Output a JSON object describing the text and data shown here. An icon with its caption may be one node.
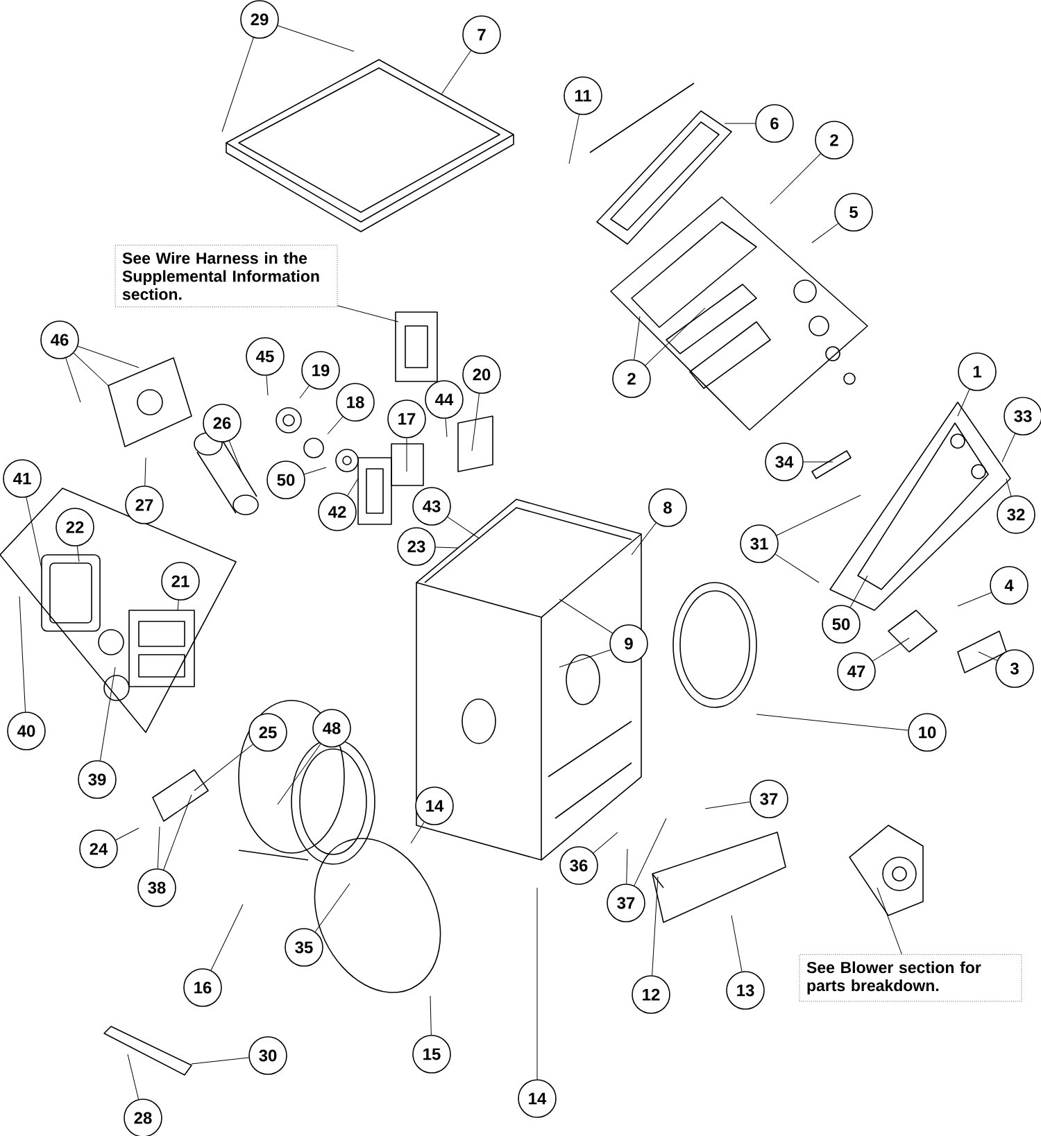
{
  "diagram": {
    "nodes": [
      {
        "text": [
          "29"
        ]
      },
      {
        "text": [
          "7"
        ]
      },
      {
        "text": [
          "11"
        ]
      },
      {
        "text": [
          "6"
        ]
      },
      {
        "text": [
          "2"
        ]
      },
      {
        "text": [
          "5"
        ]
      },
      {
        "text": [
          "See Wire Harness in the Supplemental Information section."
        ]
      },
      {
        "text": [
          "46"
        ]
      },
      {
        "text": [
          "45"
        ]
      },
      {
        "text": [
          "19"
        ]
      },
      {
        "text": [
          "20"
        ]
      },
      {
        "text": [
          "2"
        ]
      },
      {
        "text": [
          "1"
        ]
      },
      {
        "text": [
          "44"
        ]
      },
      {
        "text": [
          "18"
        ]
      },
      {
        "text": [
          "33"
        ]
      },
      {
        "text": [
          "17"
        ]
      },
      {
        "text": [
          "26"
        ]
      },
      {
        "text": [
          "34"
        ]
      },
      {
        "text": [
          "41"
        ]
      },
      {
        "text": [
          "50"
        ]
      },
      {
        "text": [
          "27"
        ]
      },
      {
        "text": [
          "43"
        ]
      },
      {
        "text": [
          "8"
        ]
      },
      {
        "text": [
          "42"
        ]
      },
      {
        "text": [
          "32"
        ]
      },
      {
        "text": [
          "22"
        ]
      },
      {
        "text": [
          "31"
        ]
      },
      {
        "text": [
          "23"
        ]
      },
      {
        "text": [
          "21"
        ]
      },
      {
        "text": [
          "4"
        ]
      },
      {
        "text": [
          "50"
        ]
      },
      {
        "text": [
          "9"
        ]
      },
      {
        "text": [
          "3"
        ]
      },
      {
        "text": [
          "47"
        ]
      },
      {
        "text": [
          "40"
        ]
      },
      {
        "text": [
          "25"
        ]
      },
      {
        "text": [
          "48"
        ]
      },
      {
        "text": [
          "10"
        ]
      },
      {
        "text": [
          "39"
        ]
      },
      {
        "text": [
          "37"
        ]
      },
      {
        "text": [
          "14"
        ]
      },
      {
        "text": [
          "24"
        ]
      },
      {
        "text": [
          "36"
        ]
      },
      {
        "text": [
          "38"
        ]
      },
      {
        "text": [
          "37"
        ]
      },
      {
        "text": [
          "35"
        ]
      },
      {
        "text": [
          "See Blower section for parts breakdown."
        ]
      },
      {
        "text": [
          "16"
        ]
      },
      {
        "text": [
          "13"
        ]
      },
      {
        "text": [
          "12"
        ]
      },
      {
        "text": [
          "15"
        ]
      },
      {
        "text": [
          "30"
        ]
      },
      {
        "text": [
          "14"
        ]
      },
      {
        "text": [
          "28"
        ]
      }
    ],
    "edges": [
      {
        "from": 0,
        "to": null,
        "arrow": "none"
      },
      {
        "from": 0,
        "to": null,
        "arrow": "none"
      },
      {
        "from": 1,
        "to": null,
        "arrow": "none"
      },
      {
        "from": 2,
        "to": null,
        "arrow": "none"
      },
      {
        "from": 3,
        "to": null,
        "arrow": "none"
      },
      {
        "from": 4,
        "to": null,
        "arrow": "none"
      },
      {
        "from": 5,
        "to": null,
        "arrow": "none"
      },
      {
        "from": 6,
        "to": null,
        "arrow": "none"
      },
      {
        "from": 7,
        "to": null,
        "arrow": "none"
      },
      {
        "from": 7,
        "to": null,
        "arrow": "none"
      },
      {
        "from": 7,
        "to": null,
        "arrow": "none"
      },
      {
        "from": 8,
        "to": null,
        "arrow": "none"
      },
      {
        "from": 9,
        "to": null,
        "arrow": "none"
      },
      {
        "from": 10,
        "to": null,
        "arrow": "none"
      },
      {
        "from": 11,
        "to": null,
        "arrow": "none"
      },
      {
        "from": 11,
        "to": null,
        "arrow": "none"
      },
      {
        "from": 12,
        "to": null,
        "arrow": "none"
      },
      {
        "from": 13,
        "to": null,
        "arrow": "none"
      },
      {
        "from": 14,
        "to": null,
        "arrow": "none"
      },
      {
        "from": 15,
        "to": null,
        "arrow": "none"
      },
      {
        "from": 16,
        "to": null,
        "arrow": "none"
      },
      {
        "from": 17,
        "to": null,
        "arrow": "none"
      },
      {
        "from": 18,
        "to": null,
        "arrow": "none"
      },
      {
        "from": 19,
        "to": null,
        "arrow": "none"
      },
      {
        "from": 20,
        "to": null,
        "arrow": "none"
      },
      {
        "from": 21,
        "to": null,
        "arrow": "none"
      },
      {
        "from": 22,
        "to": null,
        "arrow": "none"
      },
      {
        "from": 23,
        "to": null,
        "arrow": "none"
      },
      {
        "from": 24,
        "to": null,
        "arrow": "none"
      },
      {
        "from": 25,
        "to": null,
        "arrow": "none"
      },
      {
        "from": 26,
        "to": null,
        "arrow": "none"
      },
      {
        "from": 27,
        "to": null,
        "arrow": "none"
      },
      {
        "from": 27,
        "to": null,
        "arrow": "none"
      },
      {
        "from": 28,
        "to": null,
        "arrow": "none"
      },
      {
        "from": 29,
        "to": null,
        "arrow": "none"
      },
      {
        "from": 30,
        "to": null,
        "arrow": "none"
      },
      {
        "from": 31,
        "to": null,
        "arrow": "none"
      },
      {
        "from": 32,
        "to": null,
        "arrow": "none"
      },
      {
        "from": 32,
        "to": null,
        "arrow": "none"
      },
      {
        "from": 33,
        "to": null,
        "arrow": "none"
      },
      {
        "from": 34,
        "to": null,
        "arrow": "none"
      },
      {
        "from": 35,
        "to": null,
        "arrow": "none"
      },
      {
        "from": 36,
        "to": null,
        "arrow": "none"
      },
      {
        "from": 37,
        "to": null,
        "arrow": "none"
      },
      {
        "from": 38,
        "to": null,
        "arrow": "none"
      },
      {
        "from": 39,
        "to": null,
        "arrow": "none"
      },
      {
        "from": 40,
        "to": null,
        "arrow": "none"
      },
      {
        "from": 41,
        "to": null,
        "arrow": "none"
      },
      {
        "from": 42,
        "to": null,
        "arrow": "none"
      },
      {
        "from": 43,
        "to": null,
        "arrow": "none"
      },
      {
        "from": 44,
        "to": null,
        "arrow": "none"
      },
      {
        "from": 44,
        "to": null,
        "arrow": "none"
      },
      {
        "from": 45,
        "to": null,
        "arrow": "none"
      },
      {
        "from": 45,
        "to": null,
        "arrow": "none"
      },
      {
        "from": 46,
        "to": null,
        "arrow": "none"
      },
      {
        "from": 47,
        "to": null,
        "arrow": "none"
      },
      {
        "from": 48,
        "to": null,
        "arrow": "none"
      },
      {
        "from": 49,
        "to": null,
        "arrow": "none"
      },
      {
        "from": 50,
        "to": null,
        "arrow": "none"
      },
      {
        "from": 51,
        "to": null,
        "arrow": "none"
      },
      {
        "from": 52,
        "to": null,
        "arrow": "none"
      },
      {
        "from": 53,
        "to": null,
        "arrow": "none"
      },
      {
        "from": 54,
        "to": null,
        "arrow": "none"
      }
    ]
  }
}
